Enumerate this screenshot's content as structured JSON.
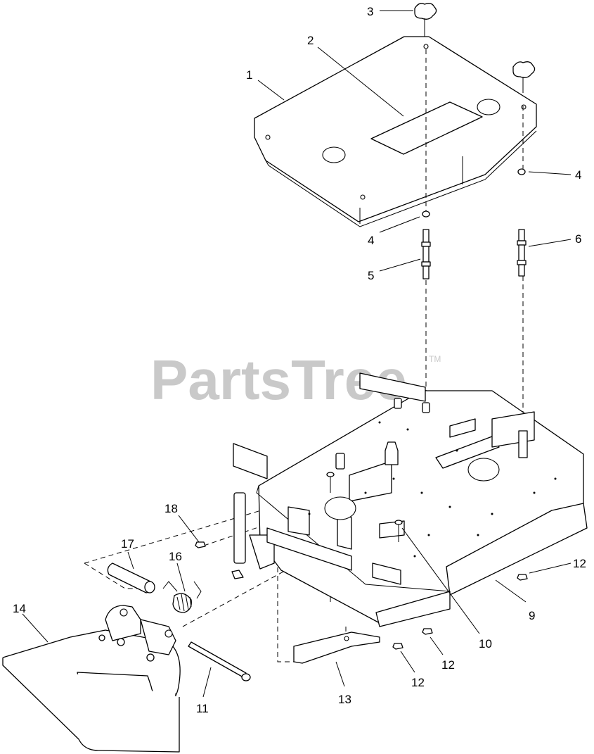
{
  "watermark": {
    "text": "PartsTree",
    "trademark": "TM"
  },
  "callouts": [
    "1",
    "2",
    "3",
    "4",
    "4",
    "5",
    "6",
    "9",
    "10",
    "11",
    "12",
    "12",
    "12",
    "13",
    "14",
    "16",
    "17",
    "18"
  ]
}
